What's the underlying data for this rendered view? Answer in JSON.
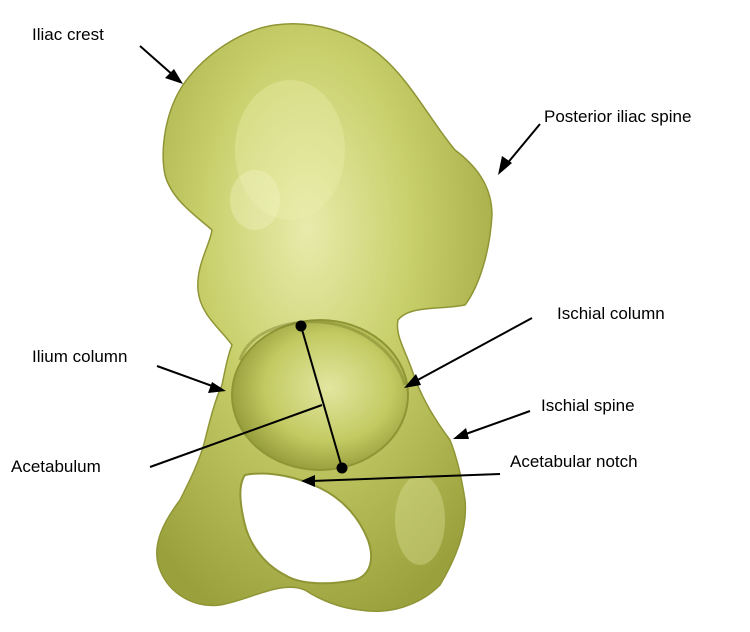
{
  "labels": {
    "iliac_crest": "Iliac crest",
    "posterior_iliac_spine": "Posterior iliac spine",
    "ischial_column": "Ischial column",
    "ilium_column": "Ilium column",
    "ischial_spine": "Ischial spine",
    "acetabulum": "Acetabulum",
    "acetabular_notch": "Acetabular notch"
  },
  "colors": {
    "bone": "#c8cf6a",
    "bone_shadow": "#9aa03c",
    "bone_highlight": "#eef0b0",
    "annotation": "#000000"
  }
}
